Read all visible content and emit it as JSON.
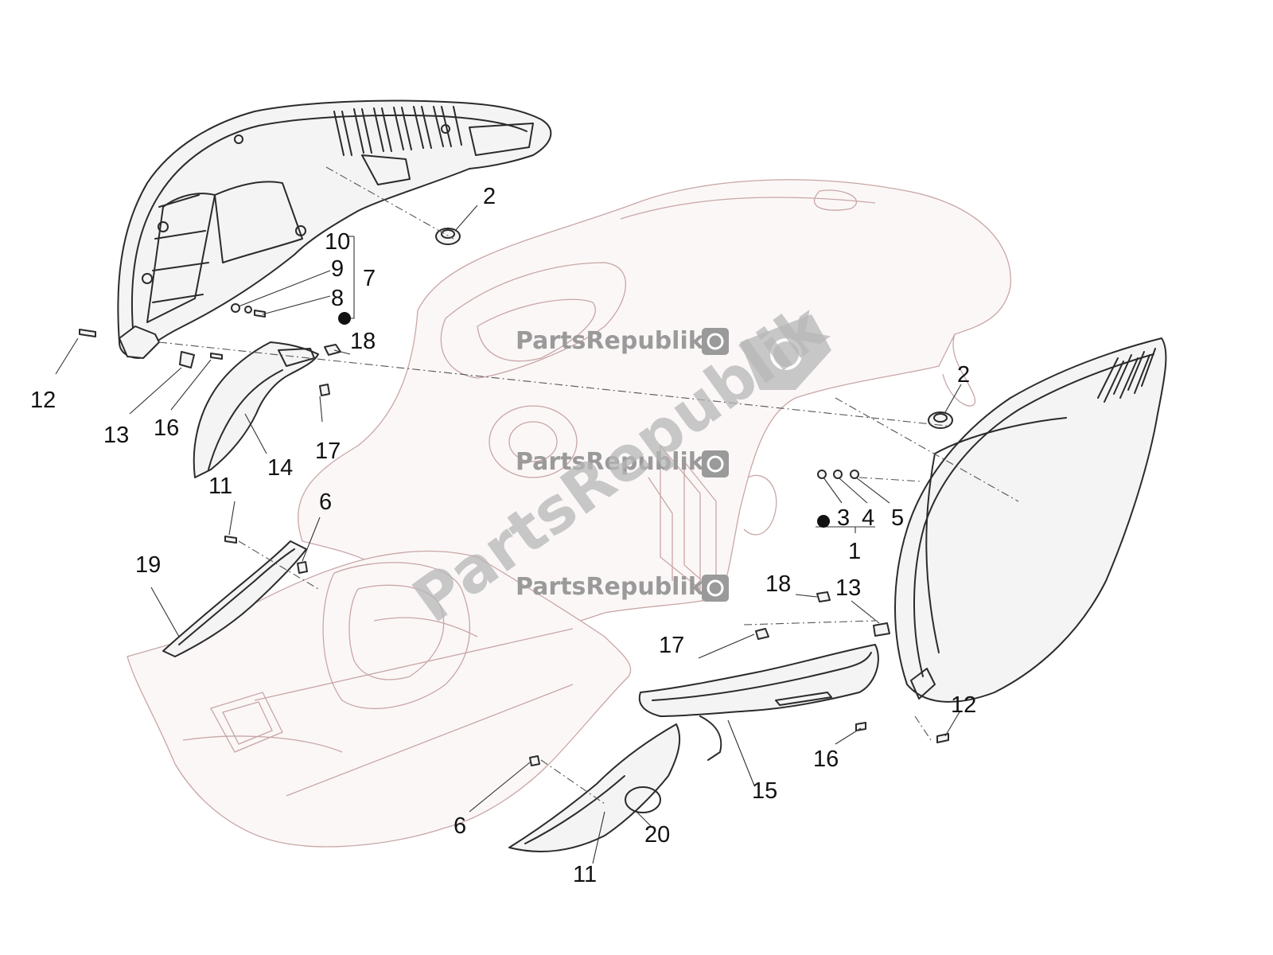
{
  "watermark": {
    "text": "PartsRepublik",
    "diagonal_text": "PartsRepublik",
    "color": "#9a9a9a"
  },
  "callouts": {
    "n1": "1",
    "n2a": "2",
    "n2b": "2",
    "n3": "3",
    "n4": "4",
    "n5": "5",
    "n6a": "6",
    "n6b": "6",
    "n7": "7",
    "n8": "8",
    "n9": "9",
    "n10": "10",
    "n11a": "11",
    "n11b": "11",
    "n12a": "12",
    "n12b": "12",
    "n13a": "13",
    "n13b": "13",
    "n14": "14",
    "n15": "15",
    "n16a": "16",
    "n16b": "16",
    "n17a": "17",
    "n17b": "17",
    "n18a": "18",
    "n18b": "18",
    "n19": "19",
    "n20": "20"
  },
  "colors": {
    "ghost_body": "#c9a6a6",
    "part_stroke": "#2b2b2b"
  }
}
